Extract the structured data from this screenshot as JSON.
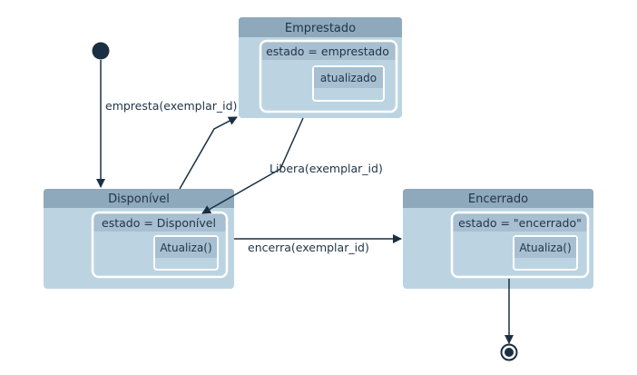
{
  "colors": {
    "state_body": "#bcd4e2",
    "state_header": "#8ea8bc",
    "inner_header": "#a7bfd0",
    "border_white": "#ffffff",
    "line": "#1a3042",
    "text": "#1f3447"
  },
  "states": {
    "emprestado": {
      "title": "Emprestado",
      "substate": "estado = emprestado",
      "inner": "atualizado"
    },
    "disponivel": {
      "title": "Disponível",
      "substate": "estado = Disponível",
      "inner": "Atualiza()"
    },
    "encerrado": {
      "title": "Encerrado",
      "substate": "estado = \"encerrado\"",
      "inner": "Atualiza()"
    }
  },
  "transitions": {
    "empresta": "empresta(exemplar_id)",
    "libera": "Libera(exemplar_id)",
    "encerra": "encerra(exemplar_id)"
  }
}
